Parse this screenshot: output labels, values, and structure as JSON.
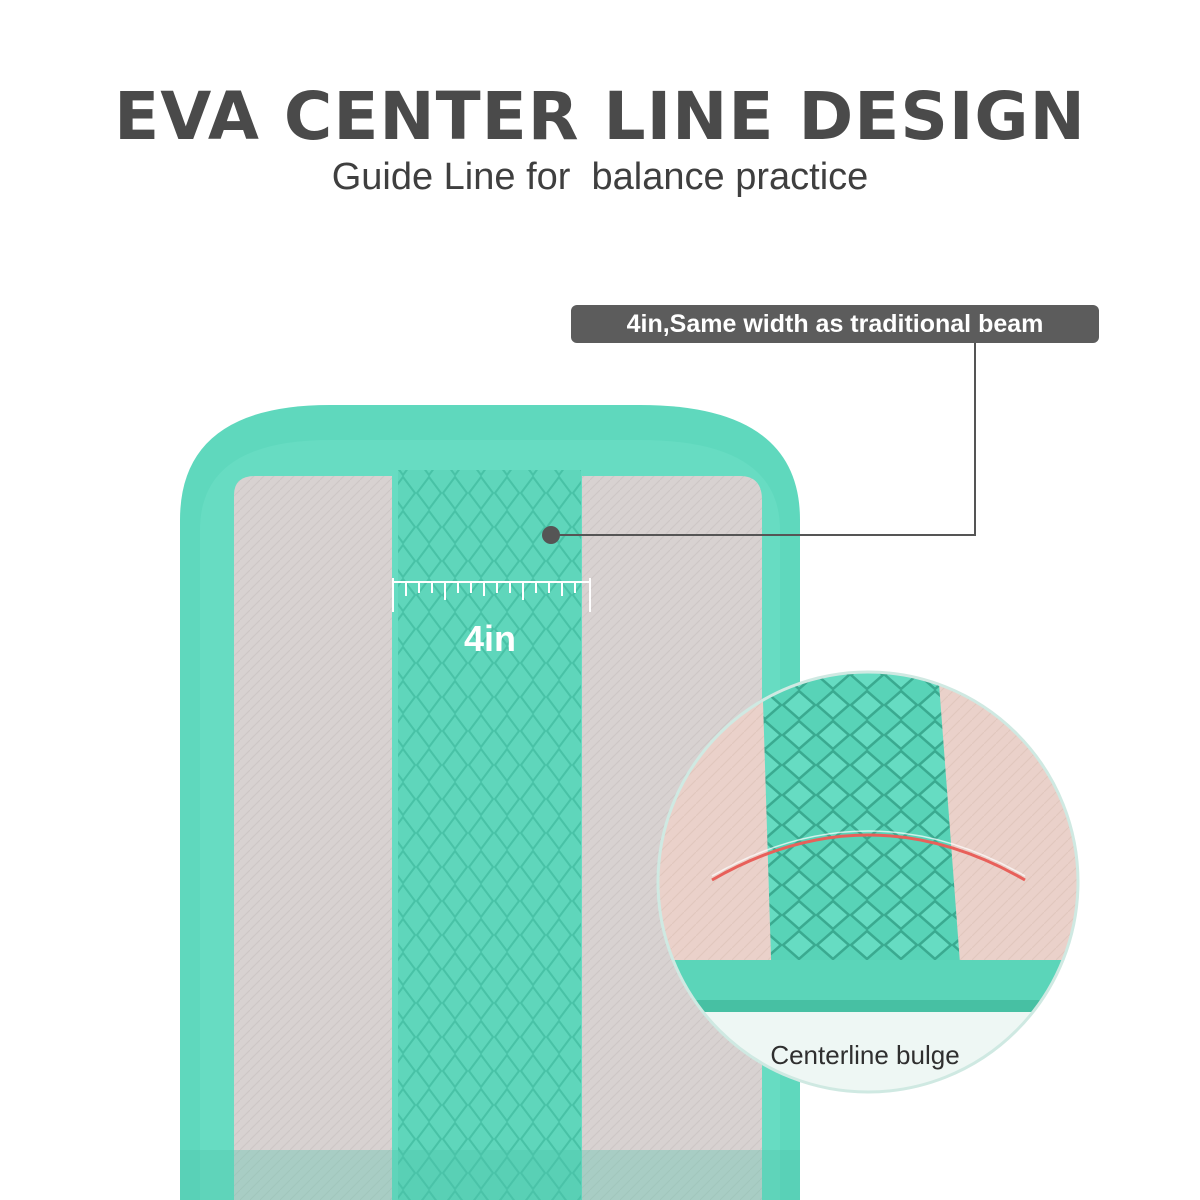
{
  "heading": {
    "title": "EVA CENTER LINE DESIGN",
    "subtitle": "Guide Line for  balance practice"
  },
  "callout": {
    "text": "4in,Same width as traditional beam"
  },
  "measurement": {
    "label": "4in"
  },
  "zoom": {
    "label": "Centerline bulge"
  },
  "colors": {
    "mint": "#5fd8bd",
    "mint_dark": "#3cc3a4",
    "mat_gray": "#d9d3d2",
    "callout_gray": "#5c5c5c",
    "bulge_line": "#e8605a"
  }
}
